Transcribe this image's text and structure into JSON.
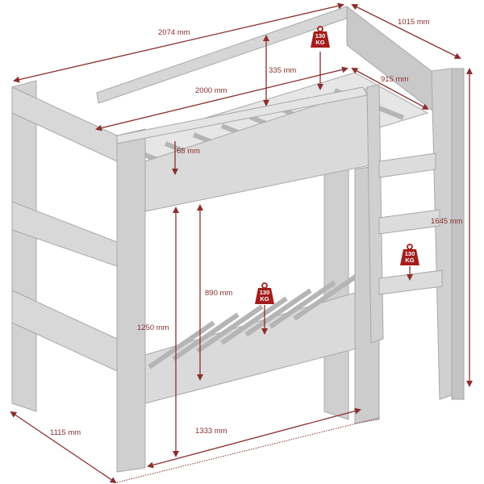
{
  "diagram": {
    "subject": "Bunk bed dimensions",
    "colors": {
      "dimension": "#8b2e2e",
      "frame": "#d4d4d4",
      "frame_shadow": "#a9a9a9",
      "background": "#ffffff"
    },
    "dimensions": {
      "overall_length": "2074 mm",
      "overall_depth": "1015 mm",
      "mattress_length": "2000 mm",
      "mattress_width": "915 mm",
      "guard_height": "335 mm",
      "slat_recess": "68 mm",
      "under_bed_clearance": "890 mm",
      "top_bed_height": "1250 mm",
      "overall_height": "1645 mm",
      "footprint_depth": "1115 mm",
      "front_opening": "1333 mm"
    },
    "weight_limits": [
      {
        "label_top": "130",
        "label_bottom": "KG",
        "position": "upper-bunk"
      },
      {
        "label_top": "130",
        "label_bottom": "KG",
        "position": "ladder"
      },
      {
        "label_top": "130",
        "label_bottom": "KG",
        "position": "lower-bunk"
      }
    ]
  }
}
